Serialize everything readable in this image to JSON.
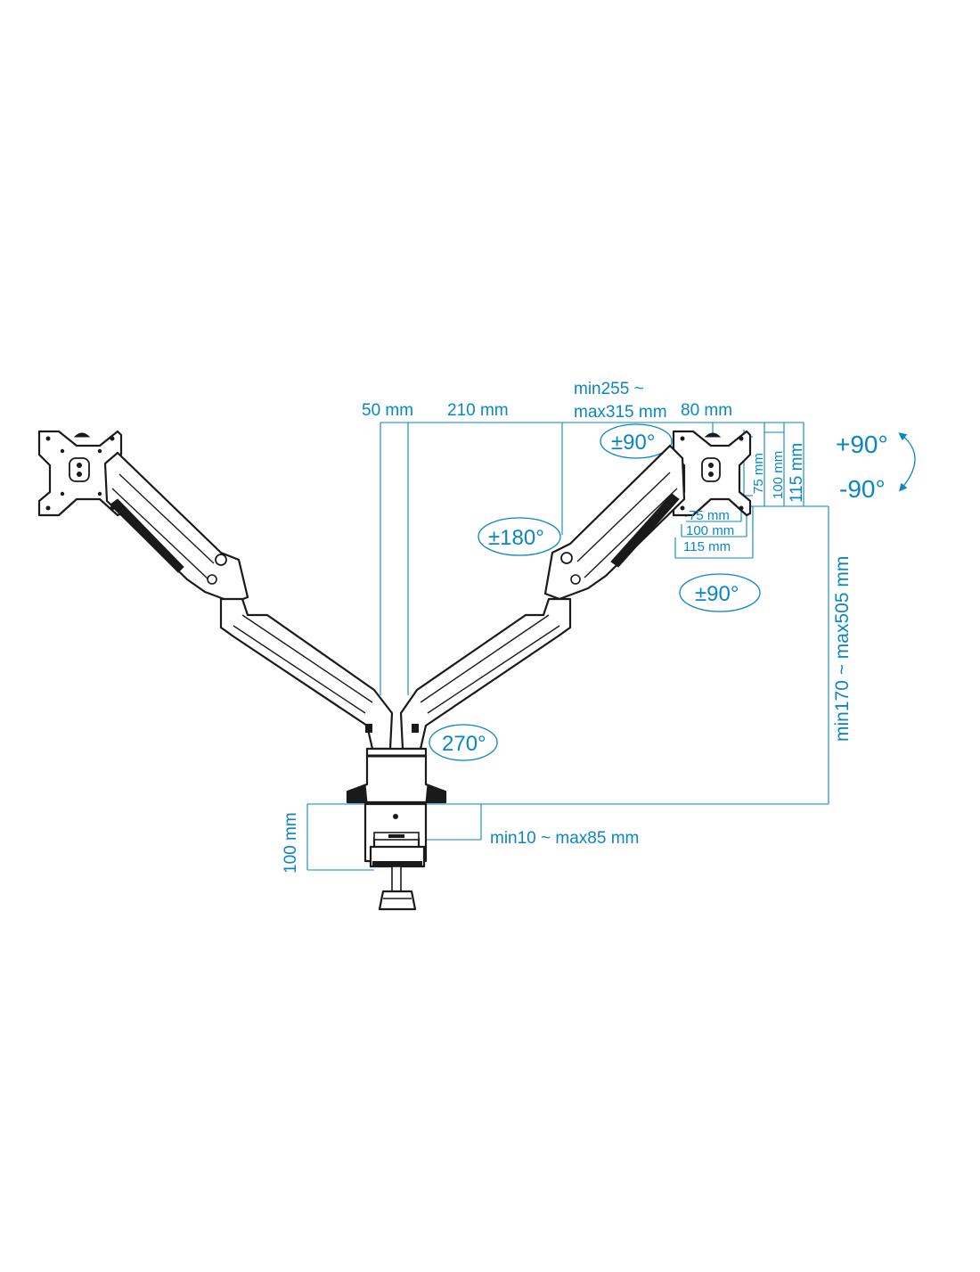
{
  "colors": {
    "accent": "#0a86c5",
    "line": "#1a1a1a",
    "background": "#ffffff"
  },
  "dimensions": {
    "top_left_offset": "50 mm",
    "arm_span": "210 mm",
    "arm_reach_line1": "min255 ~",
    "arm_reach_line2": "max315 mm",
    "plate_offset": "80 mm",
    "vesa_h_75": "75 mm",
    "vesa_h_100": "100 mm",
    "vesa_h_115": "115 mm",
    "vesa_v_75": "75 mm",
    "vesa_v_100": "100 mm",
    "vesa_v_115": "115 mm",
    "height_range": "min170 ~ max505 mm",
    "clamp_height": "100 mm",
    "desk_thickness": "min10 ~ max85 mm"
  },
  "rotations": {
    "tilt_top": "±90°",
    "arm_swivel": "±180°",
    "swivel_side": "±90°",
    "base_rotation": "270°",
    "rotate_plus": "+90°",
    "rotate_minus": "-90°"
  }
}
